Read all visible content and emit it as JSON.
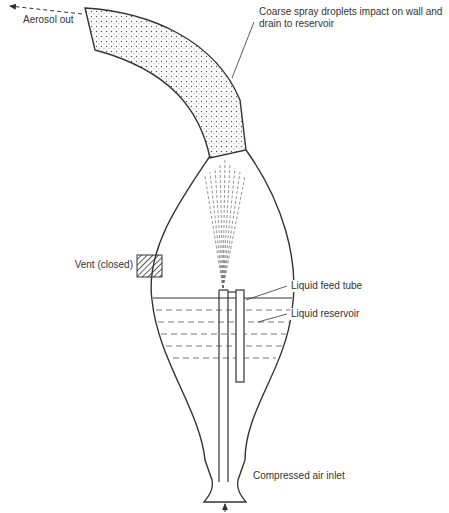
{
  "diagram": {
    "labels": [
      "Aerosol out",
      "Coarse spray droplets impact on wall and drain to reservoir",
      "Vent (closed)",
      "Liquid feed tube",
      "Liquid reservoir",
      "Compressed air inlet"
    ]
  }
}
